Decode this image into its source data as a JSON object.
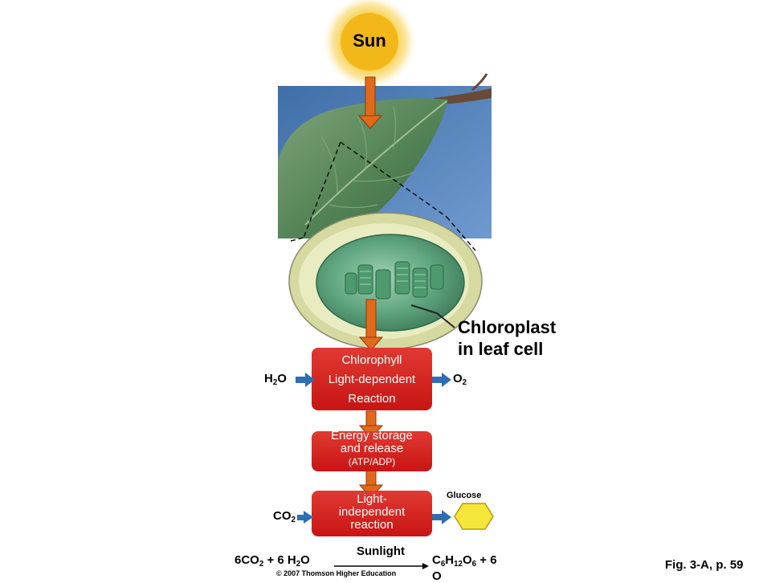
{
  "sun": {
    "label": "Sun"
  },
  "chloroplast": {
    "label_line1": "Chloroplast",
    "label_line2": "in leaf cell"
  },
  "box1": {
    "line1": "Chlorophyll",
    "line2": "Light-dependent",
    "line3": "Reaction"
  },
  "box2": {
    "line1": "Energy storage",
    "line2": "and release",
    "line3": "(ATP/ADP)"
  },
  "box3": {
    "line1": "Light-",
    "line2": "independent",
    "line3": "reaction"
  },
  "inputs": {
    "water_main": "H",
    "water_sub": "2",
    "water_tail": "O",
    "oxygen_main": "O",
    "oxygen_sub": "2",
    "co2_main": "CO",
    "co2_sub": "2"
  },
  "glucose": {
    "label": "Glucose"
  },
  "equation": {
    "left_a": "6CO",
    "left_a_sub": "2",
    "left_b": " + 6 H",
    "left_b_sub": "2",
    "left_c": "O",
    "arrow_label": "Sunlight",
    "right_a": "C",
    "right_a_sub": "6",
    "right_b": "H",
    "right_b_sub": "12",
    "right_c": "O",
    "right_c_sub": "6",
    "right_d": " + 6",
    "right_overflow": "O"
  },
  "caption": "Fig. 3-A, p. 59",
  "copyright": "© 2007 Thomson Higher Education",
  "colors": {
    "box_red": "#d7191c",
    "arrow_orange": "#e06a1b",
    "arrow_blue": "#2f6db5",
    "sun_yellow": "#f7c21b",
    "glucose_yellow": "#f5e63a"
  }
}
